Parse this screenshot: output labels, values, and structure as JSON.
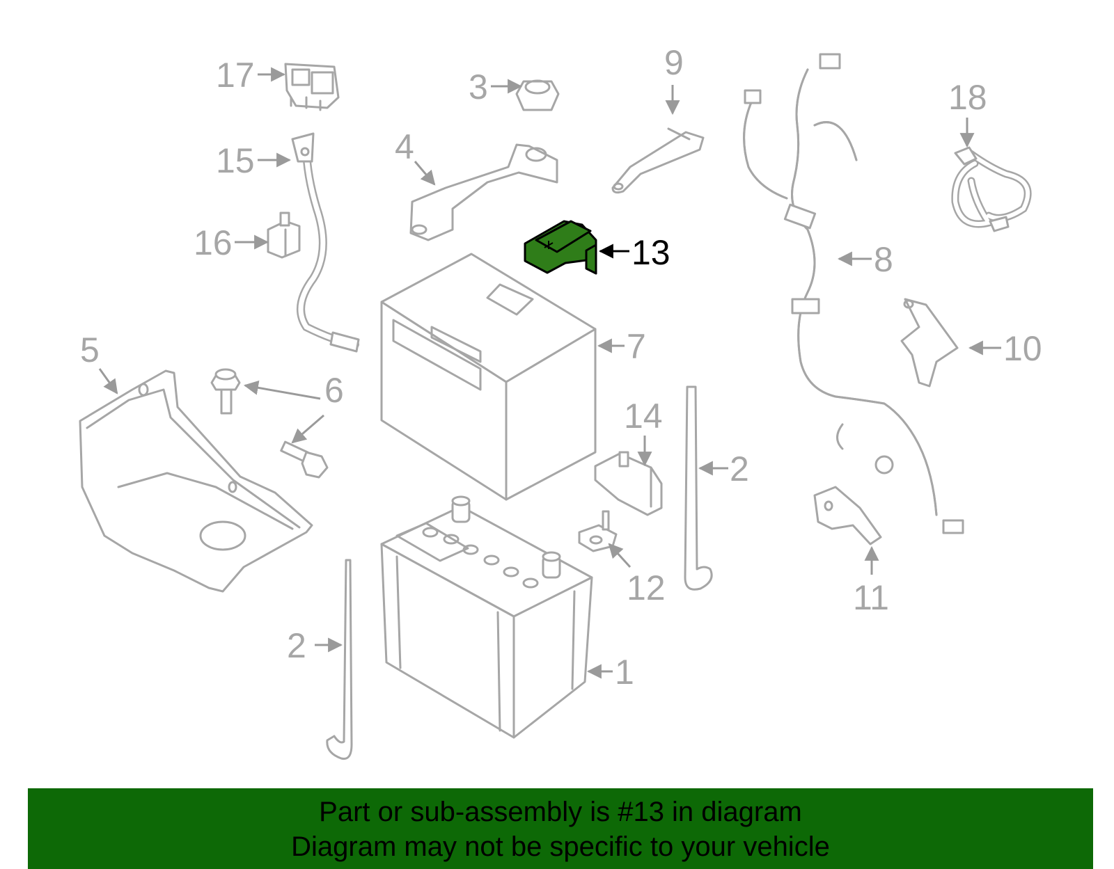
{
  "callouts": [
    {
      "id": "p1",
      "label": "1"
    },
    {
      "id": "p2a",
      "label": "2"
    },
    {
      "id": "p2b",
      "label": "2"
    },
    {
      "id": "p3",
      "label": "3"
    },
    {
      "id": "p4",
      "label": "4"
    },
    {
      "id": "p5",
      "label": "5"
    },
    {
      "id": "p6",
      "label": "6"
    },
    {
      "id": "p7",
      "label": "7"
    },
    {
      "id": "p8",
      "label": "8"
    },
    {
      "id": "p9",
      "label": "9"
    },
    {
      "id": "p10",
      "label": "10"
    },
    {
      "id": "p11",
      "label": "11"
    },
    {
      "id": "p12",
      "label": "12"
    },
    {
      "id": "p13",
      "label": "13",
      "highlighted": true
    },
    {
      "id": "p14",
      "label": "14"
    },
    {
      "id": "p15",
      "label": "15"
    },
    {
      "id": "p16",
      "label": "16"
    },
    {
      "id": "p17",
      "label": "17"
    },
    {
      "id": "p18",
      "label": "18"
    }
  ],
  "banner": {
    "line1": "Part or sub-assembly is #13 in diagram",
    "line2": "Diagram may not be specific to your vehicle"
  },
  "colors": {
    "line_gray": "#a6a6a6",
    "highlight_part": "#2f7d19",
    "banner_bg": "#0d6906"
  }
}
